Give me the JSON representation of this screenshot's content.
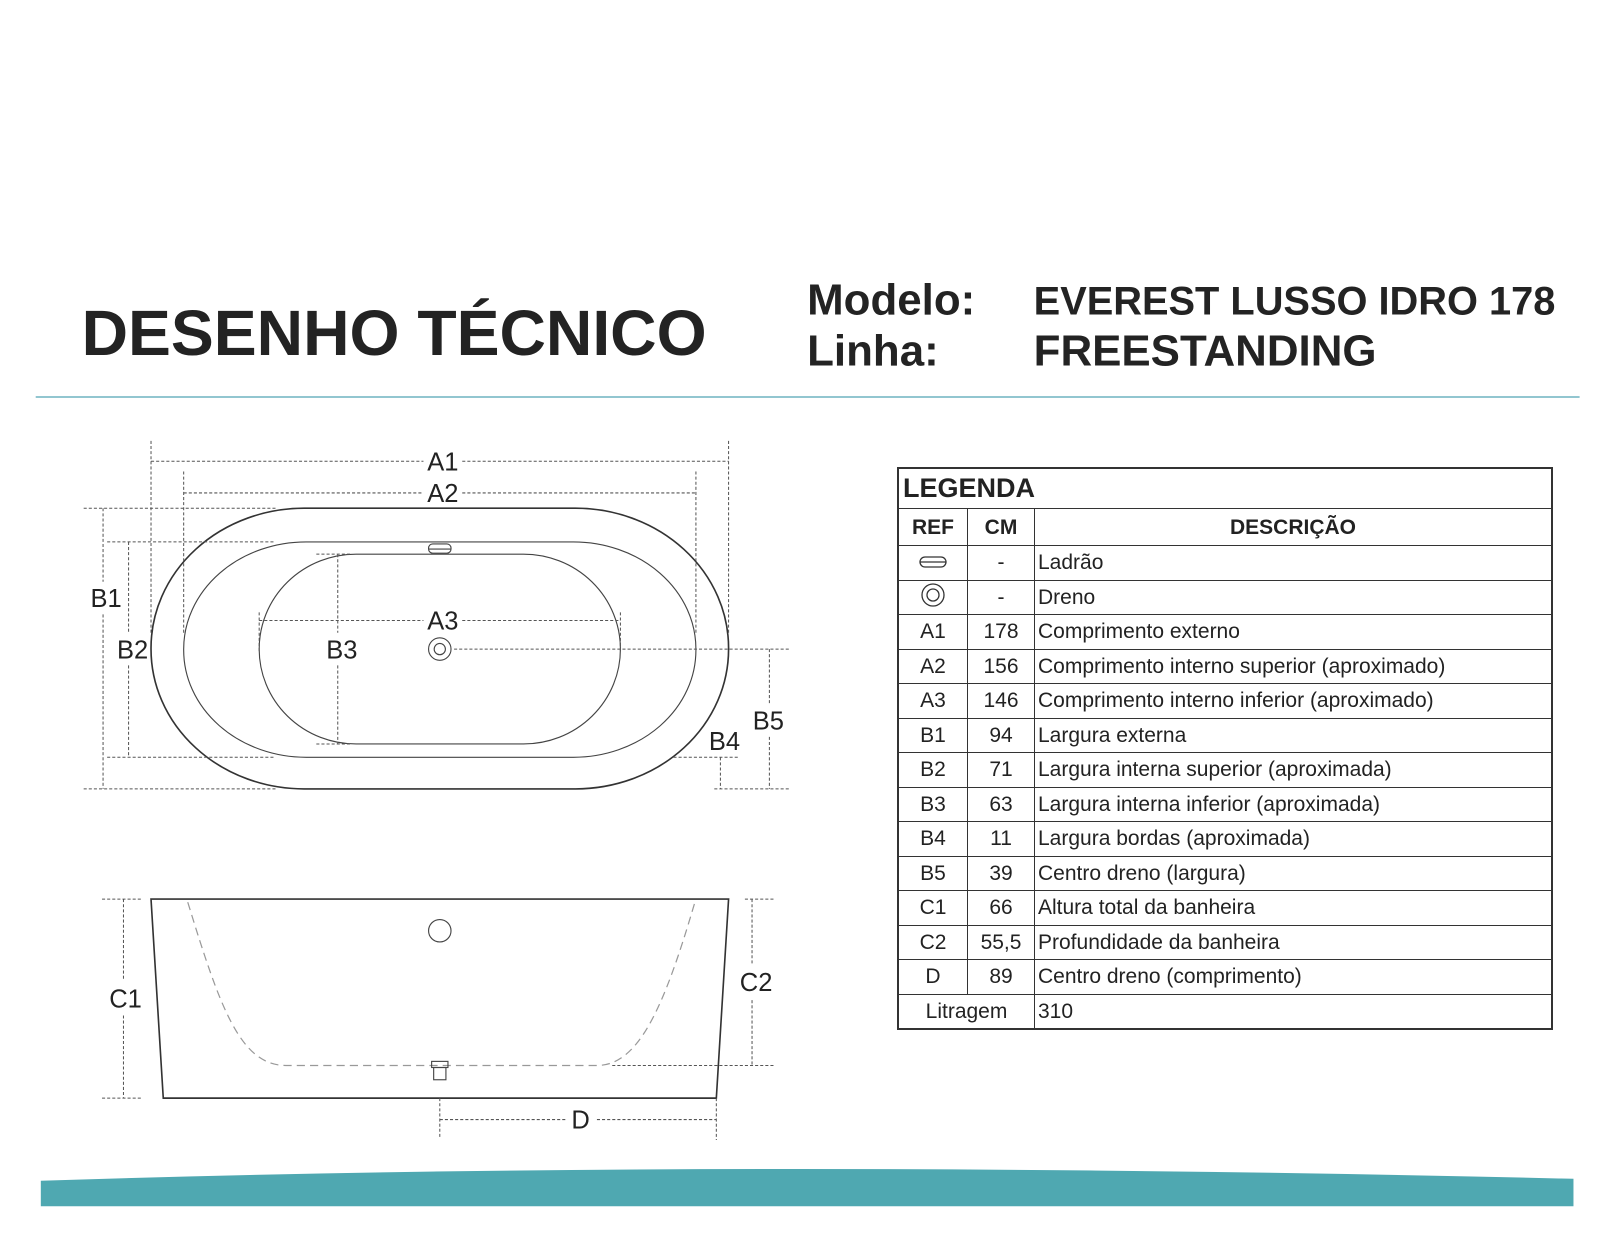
{
  "header": {
    "title": "DESENHO TÉCNICO",
    "model_label": "Modelo:",
    "model_value": "EVEREST LUSSO IDRO 178",
    "line_label": "Linha:",
    "line_value": "FREESTANDING"
  },
  "drawing_labels": {
    "A1": "A1",
    "A2": "A2",
    "A3": "A3",
    "B1": "B1",
    "B2": "B2",
    "B3": "B3",
    "B4": "B4",
    "B5": "B5",
    "C1": "C1",
    "C2": "C2",
    "D": "D"
  },
  "legend": {
    "title": "LEGENDA",
    "columns": [
      "REF",
      "CM",
      "DESCRIÇÃO"
    ],
    "rows": [
      {
        "ref_icon": "overflow-icon",
        "cm": "-",
        "desc": "Ladrão"
      },
      {
        "ref_icon": "drain-icon",
        "cm": "-",
        "desc": "Dreno"
      },
      {
        "ref": "A1",
        "cm": "178",
        "desc": "Comprimento externo"
      },
      {
        "ref": "A2",
        "cm": "156",
        "desc": "Comprimento interno superior (aproximado)"
      },
      {
        "ref": "A3",
        "cm": "146",
        "desc": "Comprimento interno inferior (aproximado)"
      },
      {
        "ref": "B1",
        "cm": "94",
        "desc": "Largura externa"
      },
      {
        "ref": "B2",
        "cm": "71",
        "desc": "Largura interna superior (aproximada)"
      },
      {
        "ref": "B3",
        "cm": "63",
        "desc": "Largura interna inferior (aproximada)"
      },
      {
        "ref": "B4",
        "cm": "11",
        "desc": "Largura bordas (aproximada)"
      },
      {
        "ref": "B5",
        "cm": "39",
        "desc": "Centro dreno (largura)"
      },
      {
        "ref": "C1",
        "cm": "66",
        "desc": "Altura total da banheira"
      },
      {
        "ref": "C2",
        "cm": "55,5",
        "desc": "Profundidade da banheira"
      },
      {
        "ref": "D",
        "cm": "89",
        "desc": "Centro dreno (comprimento)"
      }
    ],
    "footer_label": "Litragem",
    "footer_value": "310"
  },
  "colors": {
    "accent": "#4fa8b1",
    "divider": "#6fb3c0",
    "ink": "#232323"
  }
}
